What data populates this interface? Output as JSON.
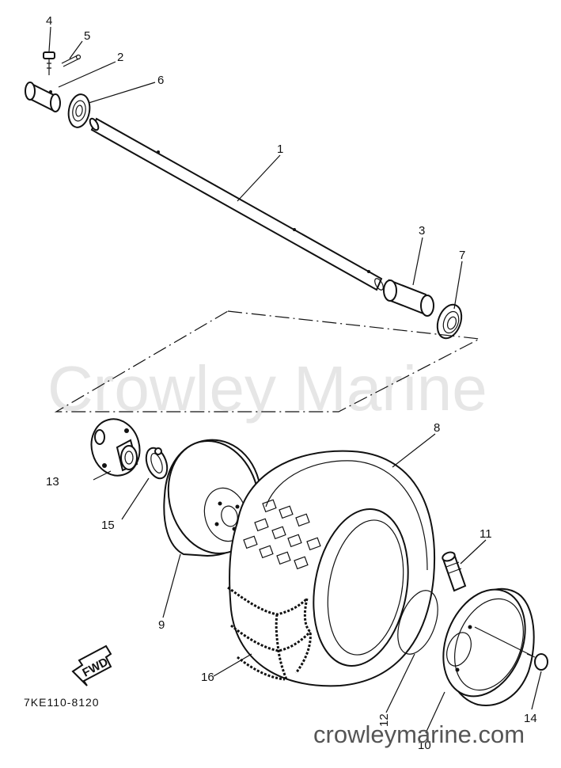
{
  "watermark": "Crowley Marine",
  "site": "crowleymarine.com",
  "drawing_code": "7KE110-8120",
  "fwd_label": "FWD",
  "callouts": {
    "c1": "1",
    "c2": "2",
    "c3": "3",
    "c4": "4",
    "c5": "5",
    "c6": "6",
    "c7": "7",
    "c8": "8",
    "c9": "9",
    "c10": "10",
    "c11": "11",
    "c12": "12",
    "c13": "13",
    "c14": "14",
    "c15": "15",
    "c16": "16"
  }
}
